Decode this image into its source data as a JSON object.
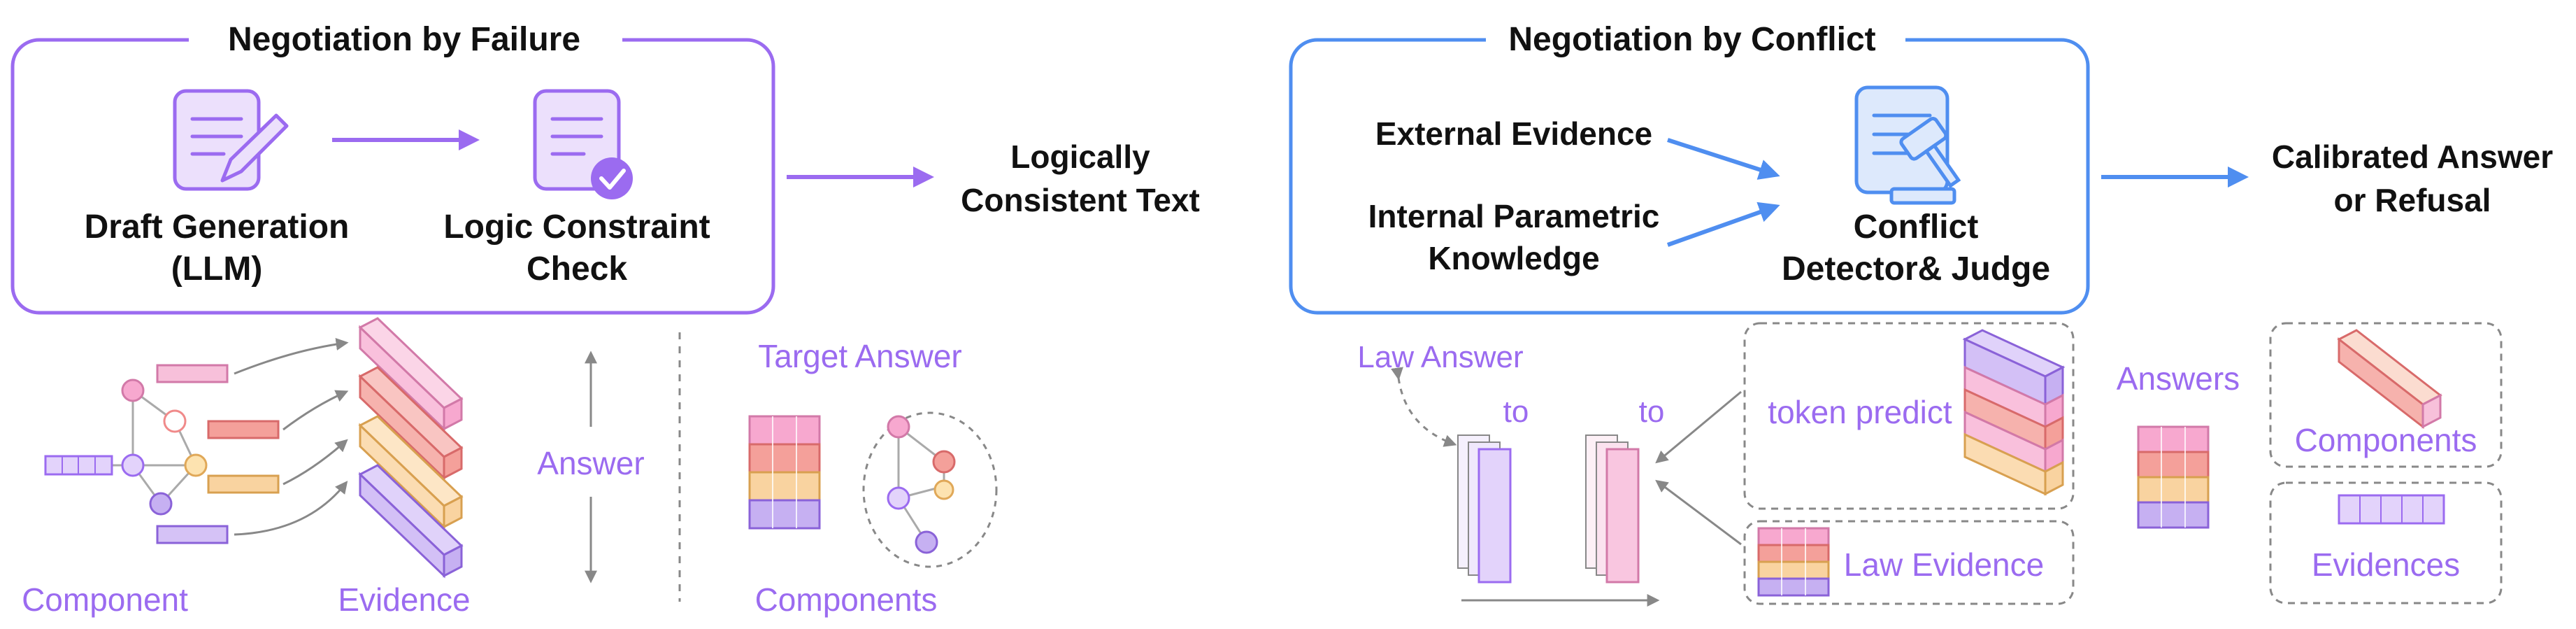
{
  "left_panel": {
    "title": "Negotiation by Failure",
    "draft_label_line1": "Draft Generation",
    "draft_label_line2": "(LLM)",
    "check_label_line1": "Logic Constraint",
    "check_label_line2": "Check",
    "output_line1": "Logically",
    "output_line2": "Consistent Text",
    "icons": [
      "document-pen-icon",
      "document-check-icon"
    ]
  },
  "right_panel": {
    "title": "Negotiation by Conflict",
    "input1": "External Evidence",
    "input2_line1": "Internal Parametric",
    "input2_line2": "Knowledge",
    "judge_line1": "Conflict",
    "judge_line2": "Detector& Judge",
    "output_line1": "Calibrated Answer",
    "output_line2": "or Refusal",
    "icons": [
      "document-gavel-icon"
    ]
  },
  "left_bottom": {
    "component_label": "Component",
    "evidence_label": "Evidence",
    "answer_label": "Answer",
    "target_answer_label": "Target Answer",
    "components_label": "Components"
  },
  "right_bottom": {
    "law_answer_label": "Law Answer",
    "to1": "to",
    "to2": "to",
    "token_predict_label": "token predict",
    "law_evidence_label": "Law Evidence",
    "answers_label": "Answers",
    "components_label": "Components",
    "evidences_label": "Evidences"
  },
  "colors": {
    "purple_accent": "#9b6bf0",
    "blue_accent": "#4f8ef0",
    "pink": "#f7a8cf",
    "salmon": "#f4a09a",
    "yellow": "#f9d3a0",
    "lavender": "#c6b0f2"
  }
}
